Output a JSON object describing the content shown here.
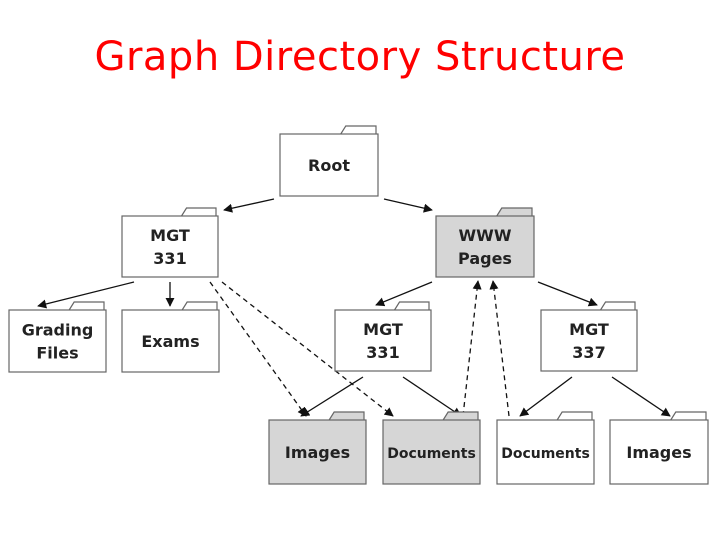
{
  "title": "Graph Directory Structure",
  "colors": {
    "title": "#ff0000",
    "folder_plain": "#ffffff",
    "folder_shaded": "#d6d6d6"
  },
  "nodes": [
    {
      "id": "root",
      "lines": [
        "Root"
      ],
      "shaded": false
    },
    {
      "id": "mgt331a",
      "lines": [
        "MGT",
        "331"
      ],
      "shaded": false
    },
    {
      "id": "www",
      "lines": [
        "WWW",
        "Pages"
      ],
      "shaded": true
    },
    {
      "id": "grading",
      "lines": [
        "Grading",
        "Files"
      ],
      "shaded": false
    },
    {
      "id": "exams",
      "lines": [
        "Exams"
      ],
      "shaded": false
    },
    {
      "id": "mgt331b",
      "lines": [
        "MGT",
        "331"
      ],
      "shaded": false
    },
    {
      "id": "mgt337",
      "lines": [
        "MGT",
        "337"
      ],
      "shaded": false
    },
    {
      "id": "images1",
      "lines": [
        "Images"
      ],
      "shaded": true
    },
    {
      "id": "documents1",
      "lines": [
        "Documents"
      ],
      "shaded": true
    },
    {
      "id": "documents2",
      "lines": [
        "Documents"
      ],
      "shaded": false
    },
    {
      "id": "images2",
      "lines": [
        "Images"
      ],
      "shaded": false
    }
  ],
  "edges": [
    {
      "from": "root",
      "to": "mgt331a",
      "style": "solid"
    },
    {
      "from": "root",
      "to": "www",
      "style": "solid"
    },
    {
      "from": "mgt331a",
      "to": "grading",
      "style": "solid"
    },
    {
      "from": "mgt331a",
      "to": "exams",
      "style": "solid"
    },
    {
      "from": "mgt331a",
      "to": "images1",
      "style": "dashed"
    },
    {
      "from": "mgt331a",
      "to": "documents1",
      "style": "dashed"
    },
    {
      "from": "www",
      "to": "mgt331b",
      "style": "solid"
    },
    {
      "from": "www",
      "to": "mgt337",
      "style": "solid"
    },
    {
      "from": "mgt331b",
      "to": "images1",
      "style": "solid"
    },
    {
      "from": "mgt331b",
      "to": "documents1",
      "style": "solid"
    },
    {
      "from": "mgt337",
      "to": "documents2",
      "style": "solid"
    },
    {
      "from": "mgt337",
      "to": "images2",
      "style": "solid"
    },
    {
      "from": "documents1",
      "to": "www",
      "style": "dashed"
    },
    {
      "from": "documents2",
      "to": "www",
      "style": "dashed"
    }
  ]
}
